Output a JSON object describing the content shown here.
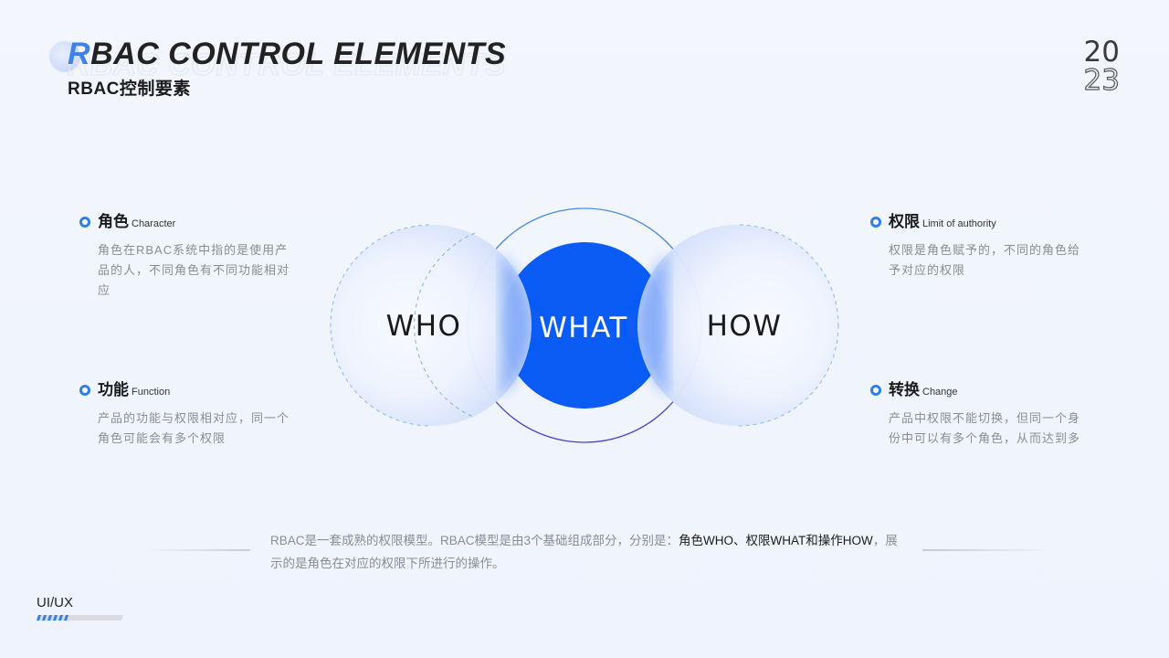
{
  "header": {
    "title_en_first": "R",
    "title_en_rest": "BAC CONTROL ELEMENTS",
    "title_en_ghost": "RBAC CONTROL ELEMENTS",
    "title_cn": "RBAC控制要素",
    "year_top": "20",
    "year_bottom": "23"
  },
  "items": [
    {
      "cn": "角色",
      "en": "Character",
      "desc": "角色在RBAC系统中指的是使用产品的人，不同角色有不同功能相对应"
    },
    {
      "cn": "功能",
      "en": "Function",
      "desc": "产品的功能与权限相对应，同一个角色可能会有多个权限"
    },
    {
      "cn": "权限",
      "en": "Limit of authority",
      "desc": "权限是角色赋予的，不同的角色给予对应的权限"
    },
    {
      "cn": "转换",
      "en": "Change",
      "desc": "产品中权限不能切换，但同一个身份中可以有多个角色，从而达到多"
    }
  ],
  "diagram": {
    "left_label": "WHO",
    "center_label": "WHAT",
    "right_label": "HOW",
    "colors": {
      "center_fill": "#0a5cf5",
      "accent": "#2f7ef0",
      "ring_top": "#4a8fea",
      "ring_bottom": "#4a3fd6"
    }
  },
  "summary": {
    "text_gray": "RBAC是一套成熟的权限模型。RBAC模型是由3个基础组成部分，分别是：",
    "text_highlight_1": "角色WHO、权限WHAT和操作HOW",
    "text_gray_2": "，展示的是角色在对应的权限下所进行的操作。"
  },
  "footer": {
    "label": "UI/UX"
  }
}
